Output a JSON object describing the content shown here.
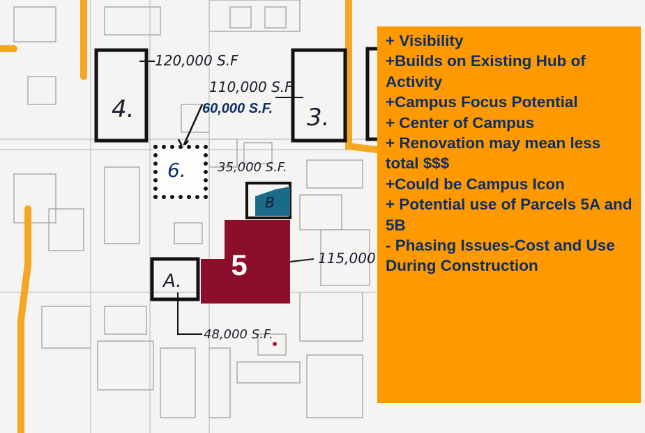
{
  "map": {
    "sites": {
      "site_3": "3.",
      "site_4": "4.",
      "site_5": "5",
      "site_6": "6.",
      "site_a": "A.",
      "site_b": "B"
    },
    "areas": {
      "area_4": "120,000 S.F",
      "area_3": "110,000 S.F.",
      "area_6": "60,000 S.F.",
      "area_b": "35,000 S.F.",
      "area_5": "115,000",
      "area_a": "48,000 S.F."
    },
    "colors": {
      "road": "#f5a623",
      "site5_fill": "#8b0f2a",
      "siteB_fill": "#1a6b8a",
      "panel_bg": "#ff9900",
      "panel_text": "#0d2f66"
    }
  },
  "panel": {
    "items": [
      "+ Visibility",
      "+Builds on Existing Hub of Activity",
      "+Campus Focus Potential",
      "+ Center of Campus",
      "+ Renovation may mean less total $$$",
      "+Could be Campus Icon",
      "+ Potential use of Parcels 5A and 5B",
      "- Phasing Issues-Cost and Use During Construction"
    ]
  }
}
